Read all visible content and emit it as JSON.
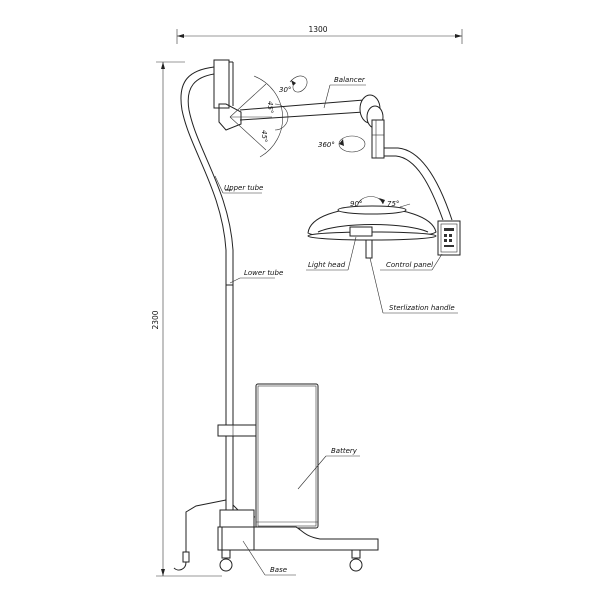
{
  "dimensions": {
    "width": "1300",
    "height": "2300"
  },
  "angles": {
    "tilt_up": "30°",
    "upper_45": "45°",
    "lower_45": "45°",
    "rotation": "360°",
    "head_left": "90°",
    "head_right": "75°"
  },
  "labels": {
    "balancer": "Balancer",
    "upper_tube": "Upper tube",
    "lower_tube": "Lower tube",
    "light_head": "Light head",
    "control_panel": "Control panel",
    "sterilization_handle": "Sterlization handle",
    "battery": "Battery",
    "base": "Base"
  }
}
